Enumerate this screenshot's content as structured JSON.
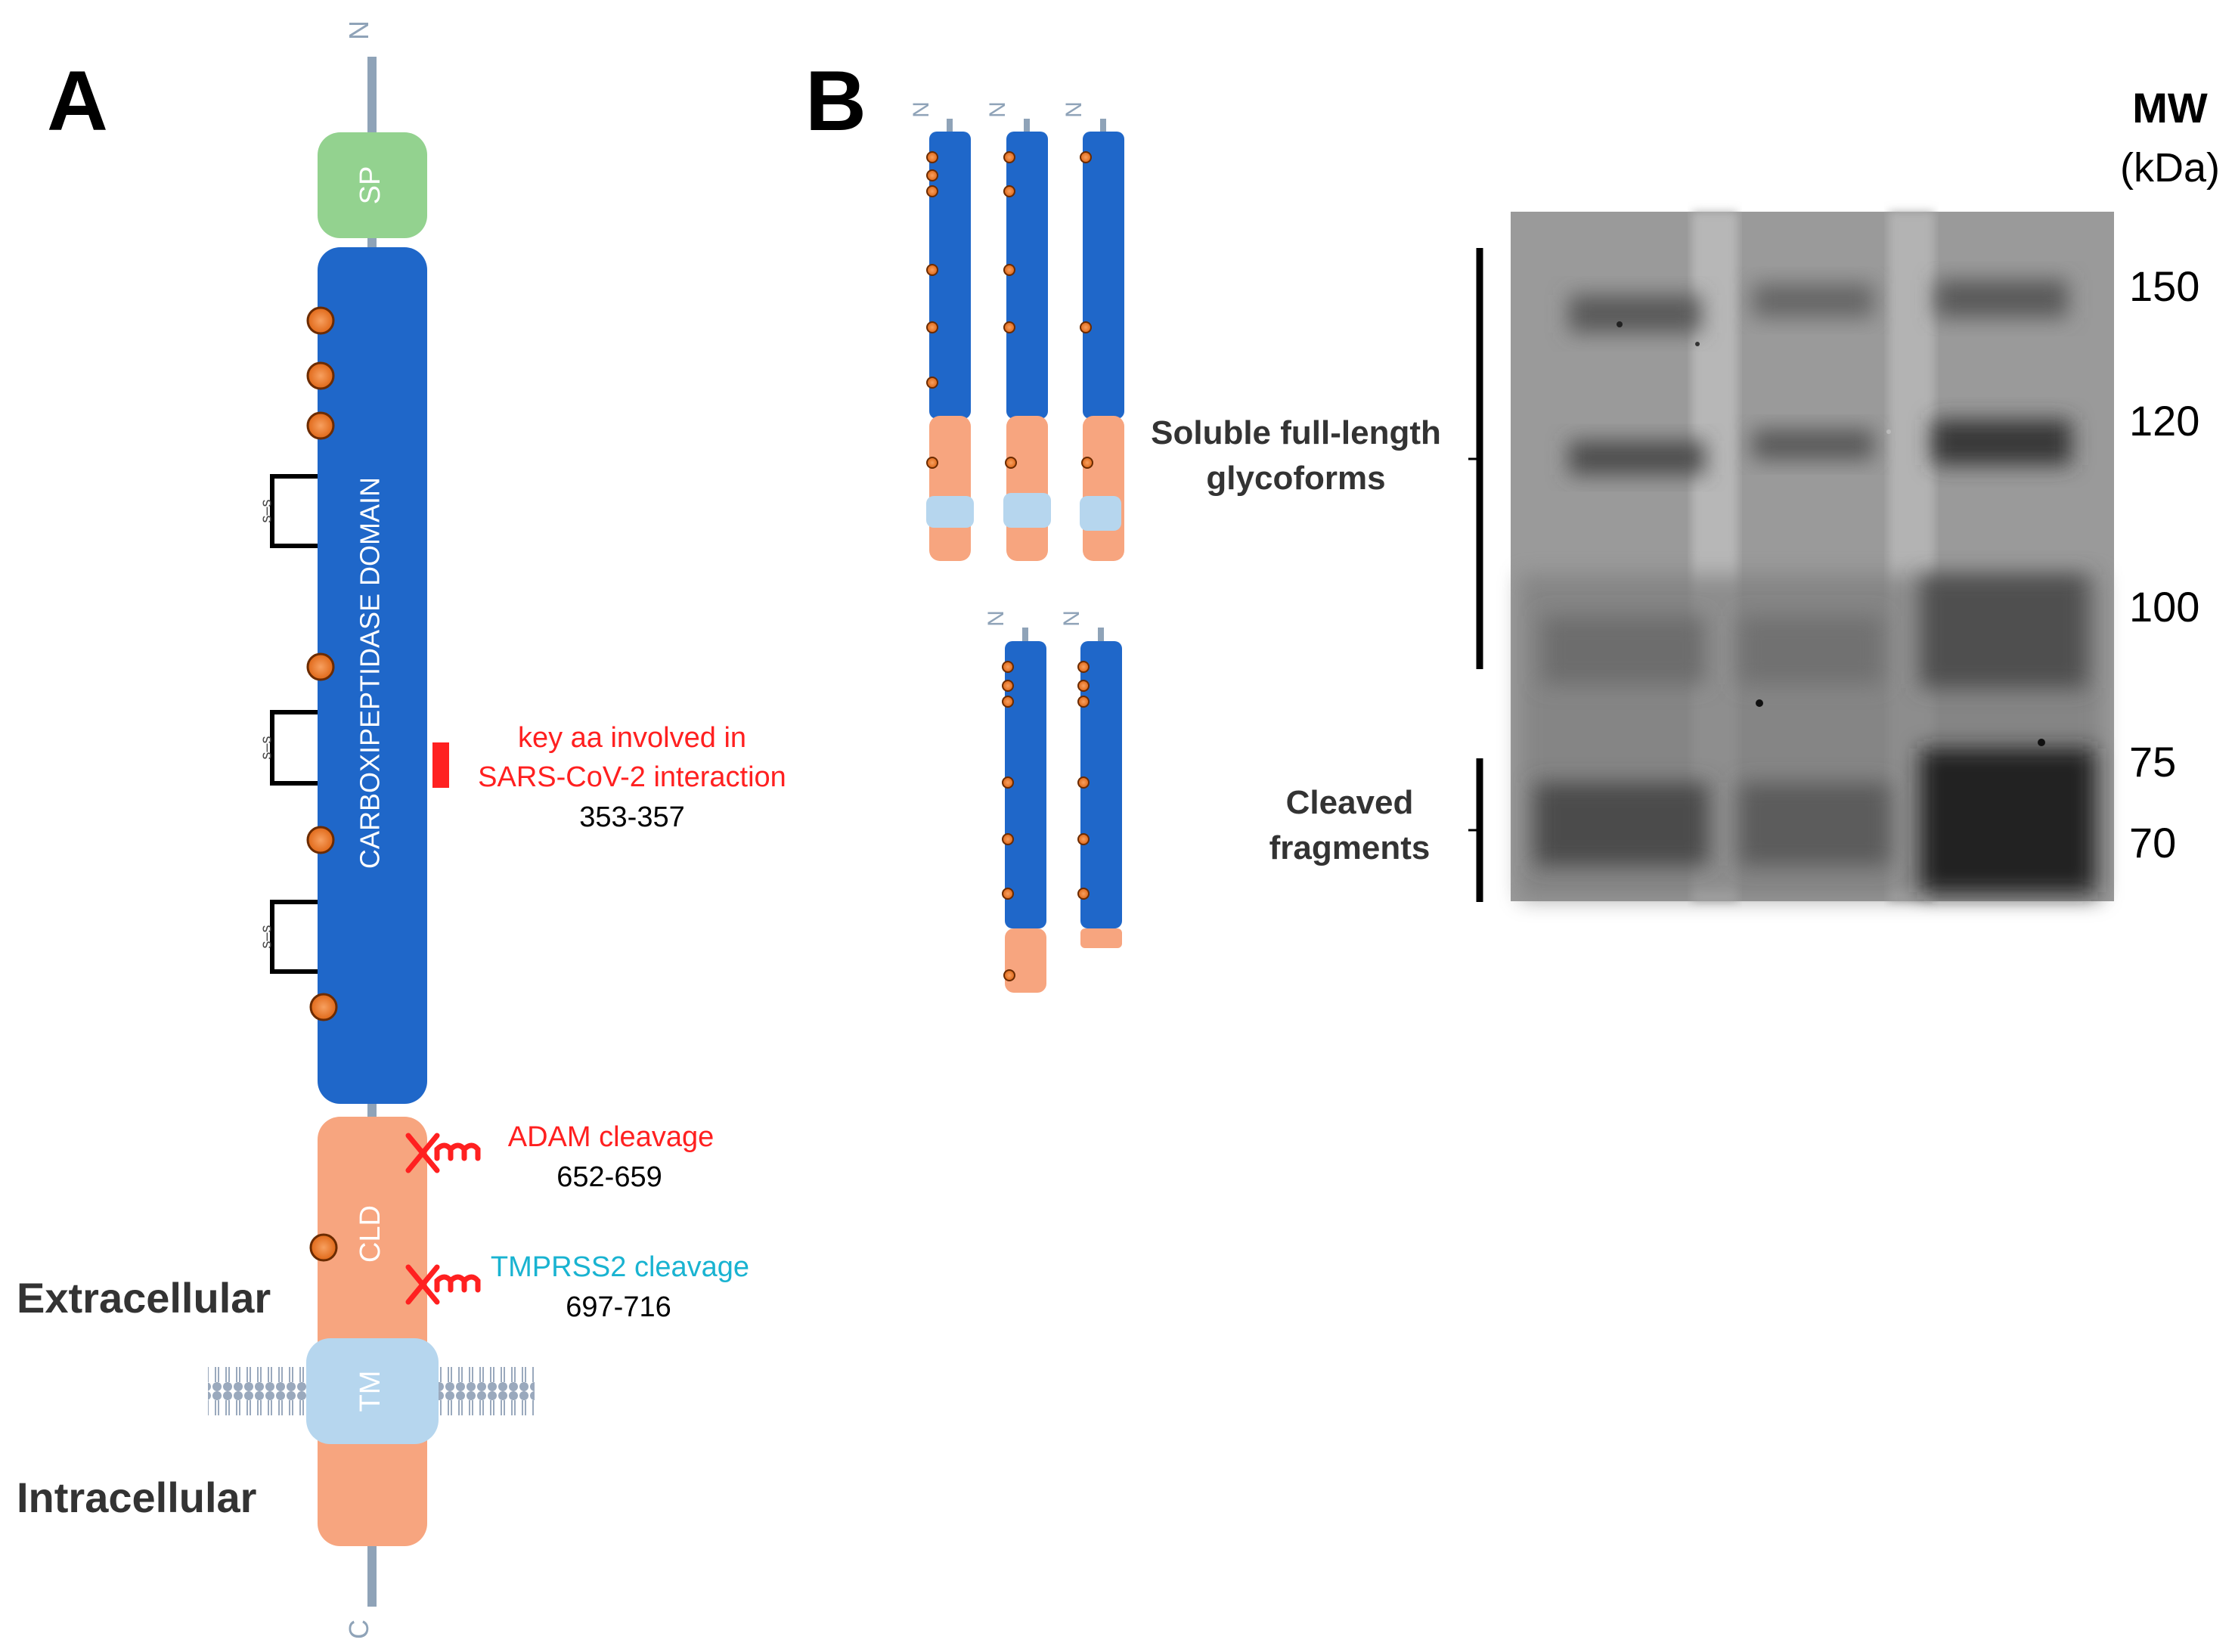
{
  "panel_a": {
    "label": "A",
    "n_terminus": "N",
    "c_terminus": "C",
    "domains": {
      "sp": "SP",
      "carboxypeptidase": "CARBOXIPEPTIDASE DOMAIN",
      "cld": "CLD",
      "tm": "TM"
    },
    "disulfide_label": "s–s",
    "key_aa": {
      "line1": "key aa involved in",
      "line2": "SARS-CoV-2 interaction",
      "range": "353-357"
    },
    "adam": {
      "label": "ADAM cleavage",
      "range": "652-659"
    },
    "tmprss2": {
      "label": "TMPRSS2 cleavage",
      "range": "697-716"
    },
    "extracellular": "Extracellular",
    "intracellular": "Intracellular"
  },
  "panel_b": {
    "label": "B",
    "n_terminus": "N",
    "mw_label": "MW",
    "mw_unit": "(kDa)",
    "markers": [
      "150",
      "120",
      "100",
      "75",
      "70"
    ],
    "soluble": {
      "line1": "Soluble full-length",
      "line2": "glycoforms"
    },
    "cleaved": {
      "line1": "Cleaved",
      "line2": "fragments"
    }
  },
  "colors": {
    "blue": "#1f67c9",
    "orange": "#f7a57f",
    "green": "#93d28f",
    "light_blue": "#b6d6ee",
    "red": "#ff2020",
    "cyan": "#19b3d1",
    "glycan": "#e8732a",
    "gray_line": "#8fa3b8"
  }
}
